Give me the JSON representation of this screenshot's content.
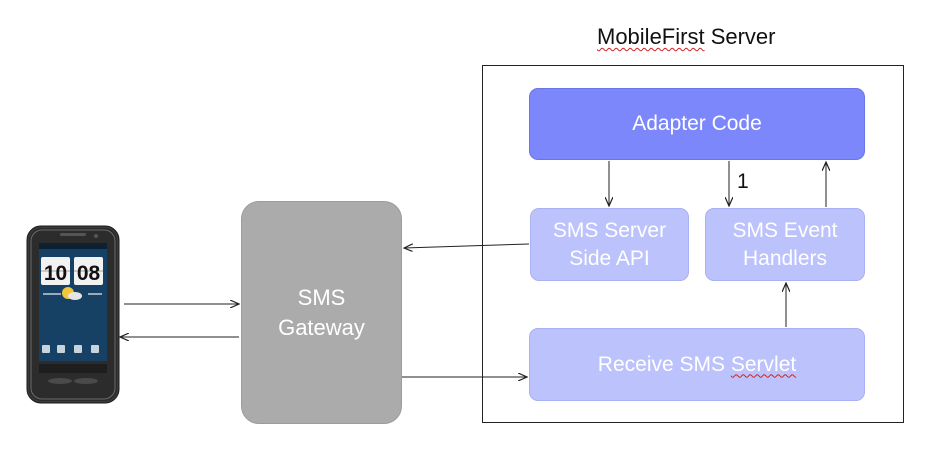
{
  "server_title": {
    "text": "MobileFirst Server",
    "squiggle_word": "MobileFirst",
    "rest": " Server"
  },
  "boxes": {
    "adapter_code": "Adapter Code",
    "sms_server_side_api": "SMS Server\nSide API",
    "sms_event_handlers": "SMS Event\nHandlers",
    "receive_sms_servlet_prefix": "Receive SMS ",
    "receive_sms_servlet_squiggle": "Servlet",
    "sms_gateway": "SMS\nGateway"
  },
  "arrow_label": "1",
  "phone": {
    "hour": "10",
    "minute": "08"
  },
  "colors": {
    "adapter_fill": "#7b87fa",
    "component_fill": "#bcc2fb",
    "gateway_fill": "#ababab",
    "arrow": "#222222",
    "spellcheck_underline": "#d02020"
  }
}
